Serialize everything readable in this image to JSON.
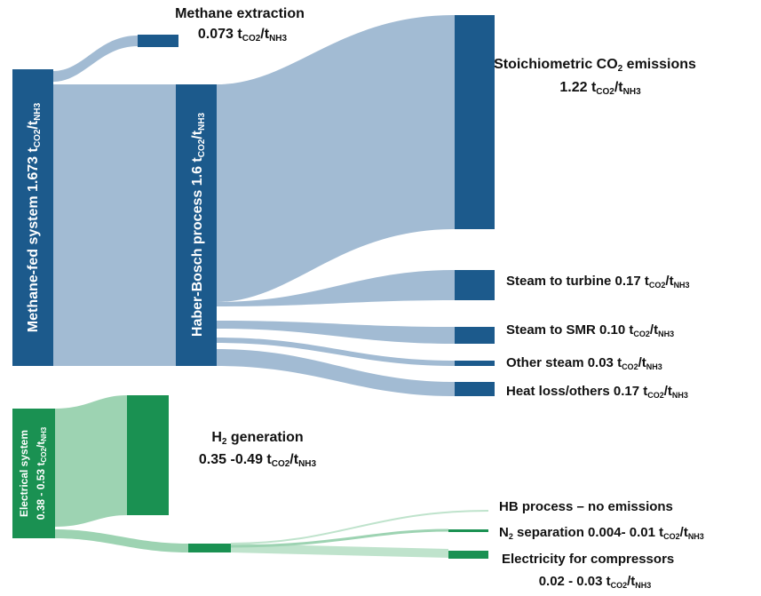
{
  "units": {
    "t": "t",
    "co2_sub": "CO2",
    "nh3_sub": "NH3"
  },
  "colors": {
    "blue_node": "#1c5a8c",
    "blue_flow": "#a2bbd3",
    "green_node": "#1a9152",
    "green_flow": "#9dd3b2",
    "green_thin": "#bfe3cc"
  },
  "nodes": {
    "methane": {
      "text": "Methane-fed system 1.673 ",
      "value": "1.673"
    },
    "haber": {
      "text": "Haber-Bosch process 1.6 ",
      "value": "1.6"
    },
    "electrical": {
      "line1": "Electrical system",
      "line2": "0.38 - 0.53 ",
      "value": "0.38 - 0.53"
    }
  },
  "labels": {
    "methane_extraction": {
      "title": "Methane extraction",
      "value": "0.073 "
    },
    "stoich": {
      "title_a": "Stoichiometric CO",
      "title_sub": "2",
      "title_b": " emissions",
      "value": "1.22 "
    },
    "steam_turbine": {
      "text": "Steam to turbine 0.17 "
    },
    "steam_smr": {
      "text": "Steam to SMR 0.10 "
    },
    "other_steam": {
      "text": "Other steam 0.03 "
    },
    "heat_loss": {
      "text": "Heat loss/others 0.17 "
    },
    "h2_generation": {
      "title_a": "H",
      "title_sub": "2",
      "title_b": " generation",
      "value": "0.35 -0.49 "
    },
    "hb_process": {
      "text": "HB process – no emissions"
    },
    "n2_separation": {
      "pre": "N",
      "sub": "2",
      "post": " separation 0.004- 0.01 "
    },
    "compressors": {
      "title": "Electricity for compressors",
      "value": "0.02 - 0.03 "
    }
  }
}
